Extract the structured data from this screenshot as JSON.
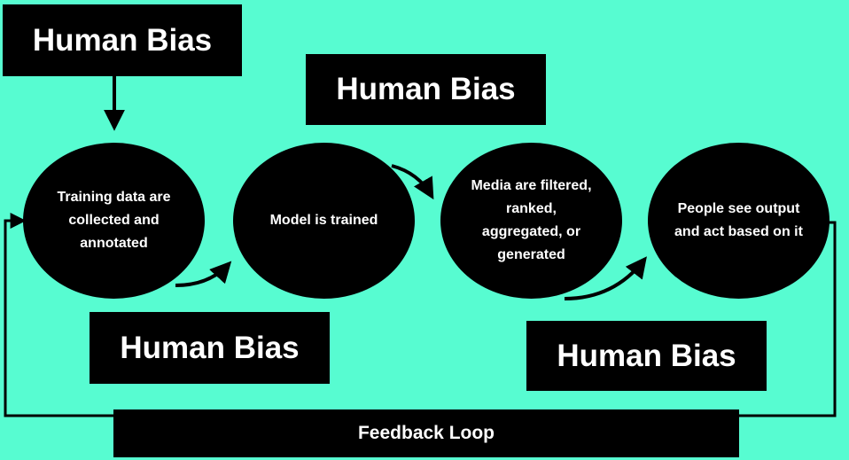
{
  "colors": {
    "background": "#57fcd1",
    "shape": "#000000",
    "text": "#ffffff"
  },
  "bias_label": "Human Bias",
  "nodes": [
    "Training data are collected and annotated",
    "Model is trained",
    "Media are filtered, ranked, aggregated, or generated",
    "People see output and act based on it"
  ],
  "loop_label": "Feedback Loop"
}
